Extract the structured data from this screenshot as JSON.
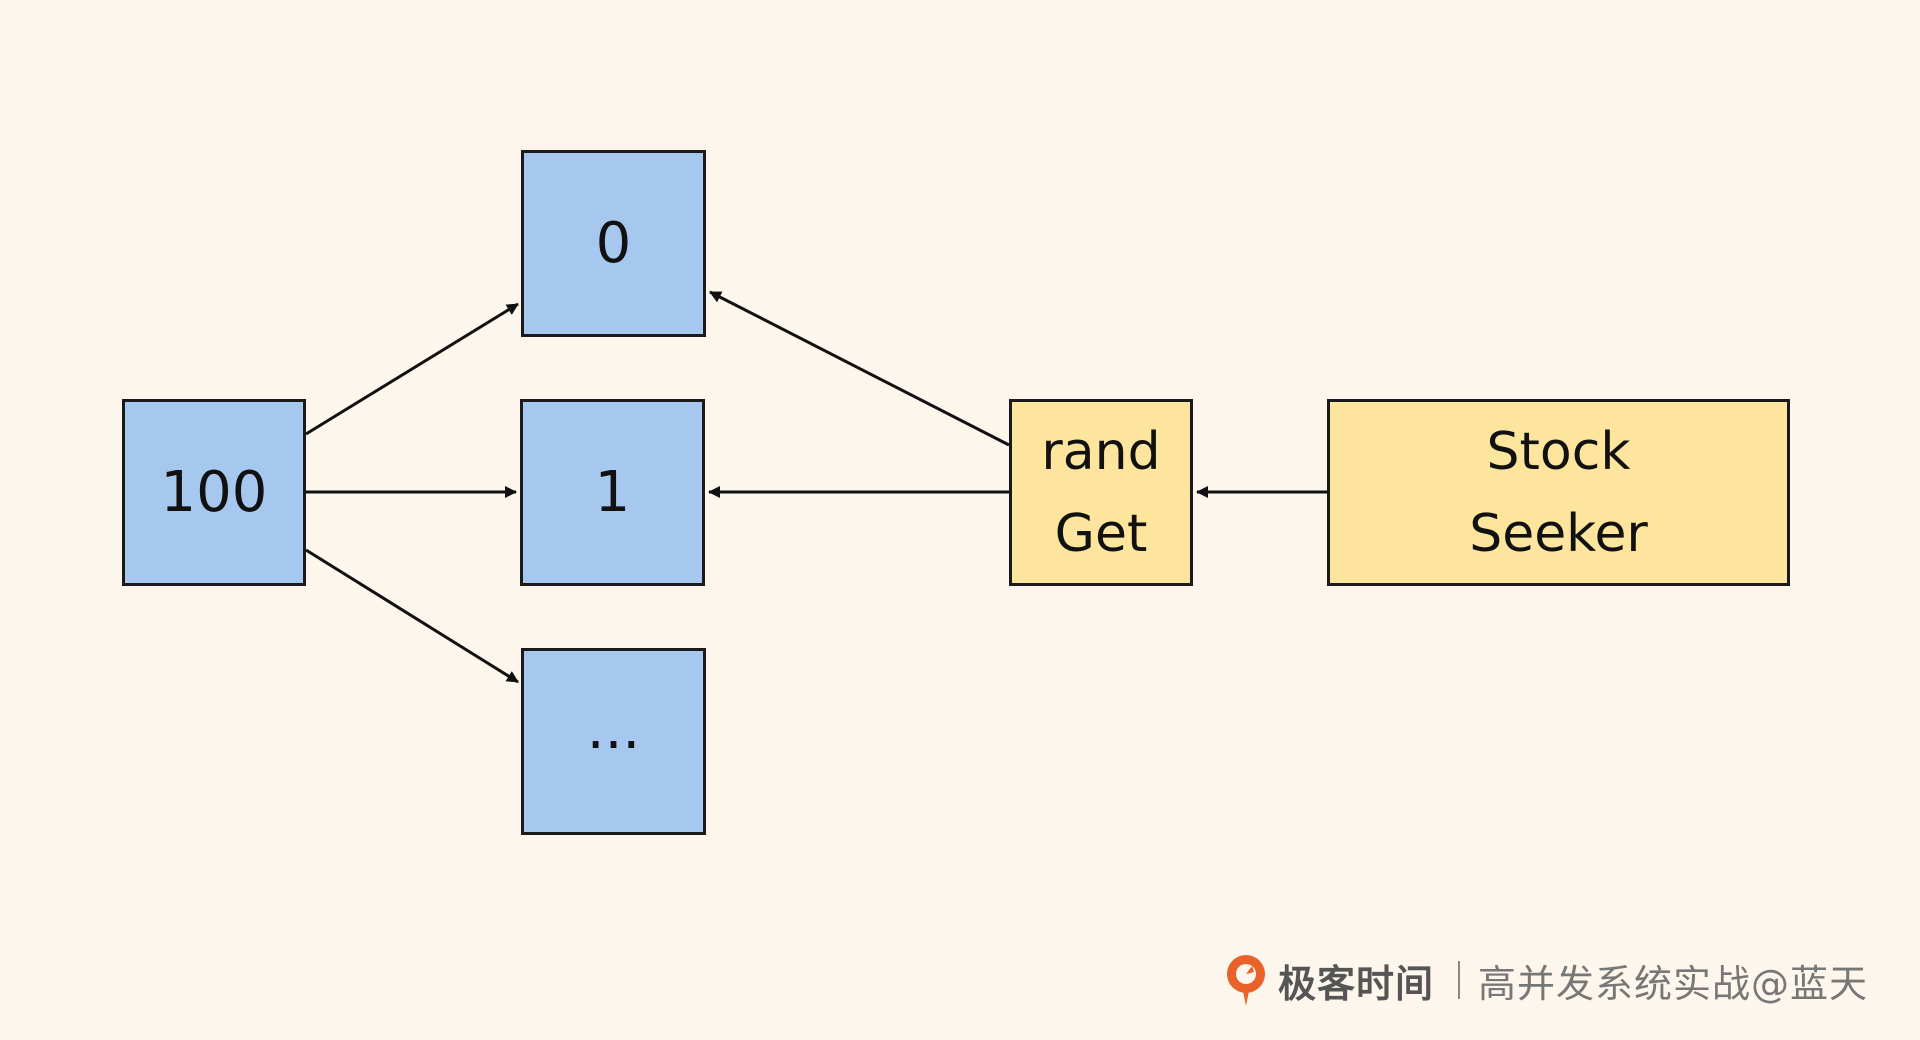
{
  "diagram": {
    "nodes": {
      "n100": "100",
      "n0": "0",
      "n1": "1",
      "nmore": "...",
      "rand_line1": "rand",
      "rand_line2": "Get",
      "stock_line1": "Stock",
      "stock_line2": "Seeker"
    }
  },
  "footer": {
    "brand": "极客时间",
    "credit": "高并发系统实战@蓝天"
  },
  "colors": {
    "node_blue": "#a7c8ee",
    "node_yellow": "#fde59d",
    "background": "#fdf6ec",
    "logo_orange": "#e8622a"
  },
  "icons": {
    "logo": "geektime-logo-icon"
  }
}
